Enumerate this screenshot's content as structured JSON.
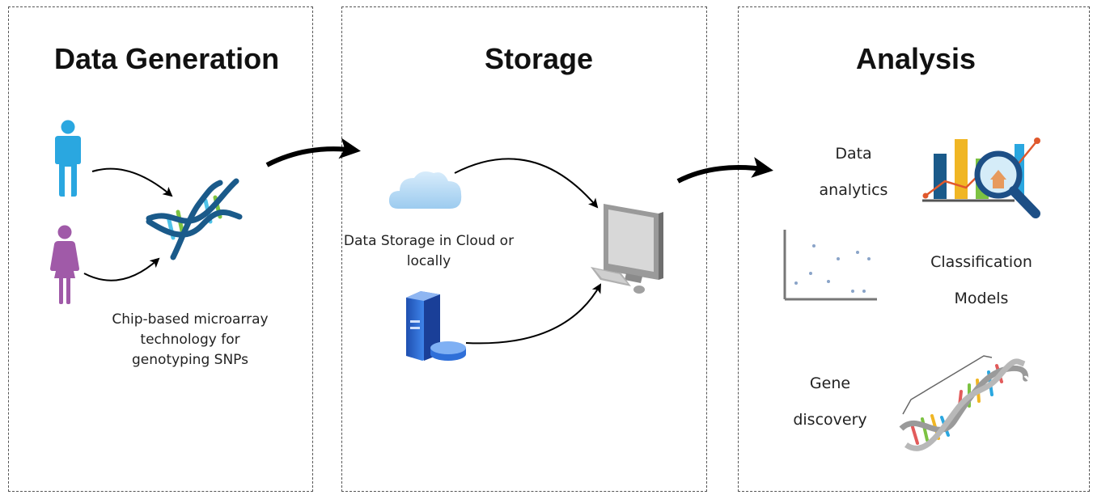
{
  "panels": {
    "data_generation": {
      "title": "Data Generation",
      "caption": [
        "Chip-based microarray",
        "technology for",
        "genotyping SNPs"
      ]
    },
    "storage": {
      "title": "Storage",
      "caption": [
        "Data Storage in Cloud or",
        "locally"
      ]
    },
    "analysis": {
      "title": "Analysis",
      "items": {
        "data_analytics": [
          "Data",
          "analytics"
        ],
        "classification_models": [
          "Classification",
          "Models"
        ],
        "gene_discovery": [
          "Gene",
          "discovery"
        ]
      }
    }
  },
  "icons": {
    "male": "male-person-icon",
    "female": "female-person-icon",
    "dna": "dna-strand-icon",
    "cloud": "cloud-icon",
    "server": "server-database-icon",
    "computer": "desktop-computer-icon",
    "analytics": "bar-chart-magnifier-icon",
    "scatter": "scatter-plot-icon",
    "dna_helix": "dna-double-helix-icon"
  },
  "colors": {
    "male": "#2aa7e0",
    "female": "#a05aa8",
    "dna_blue": "#1a5a8a",
    "dna_green": "#7cc242",
    "dna_cyan": "#4fc3e8",
    "cloud": "#b8dcf5",
    "server": "#2f6fd8"
  }
}
